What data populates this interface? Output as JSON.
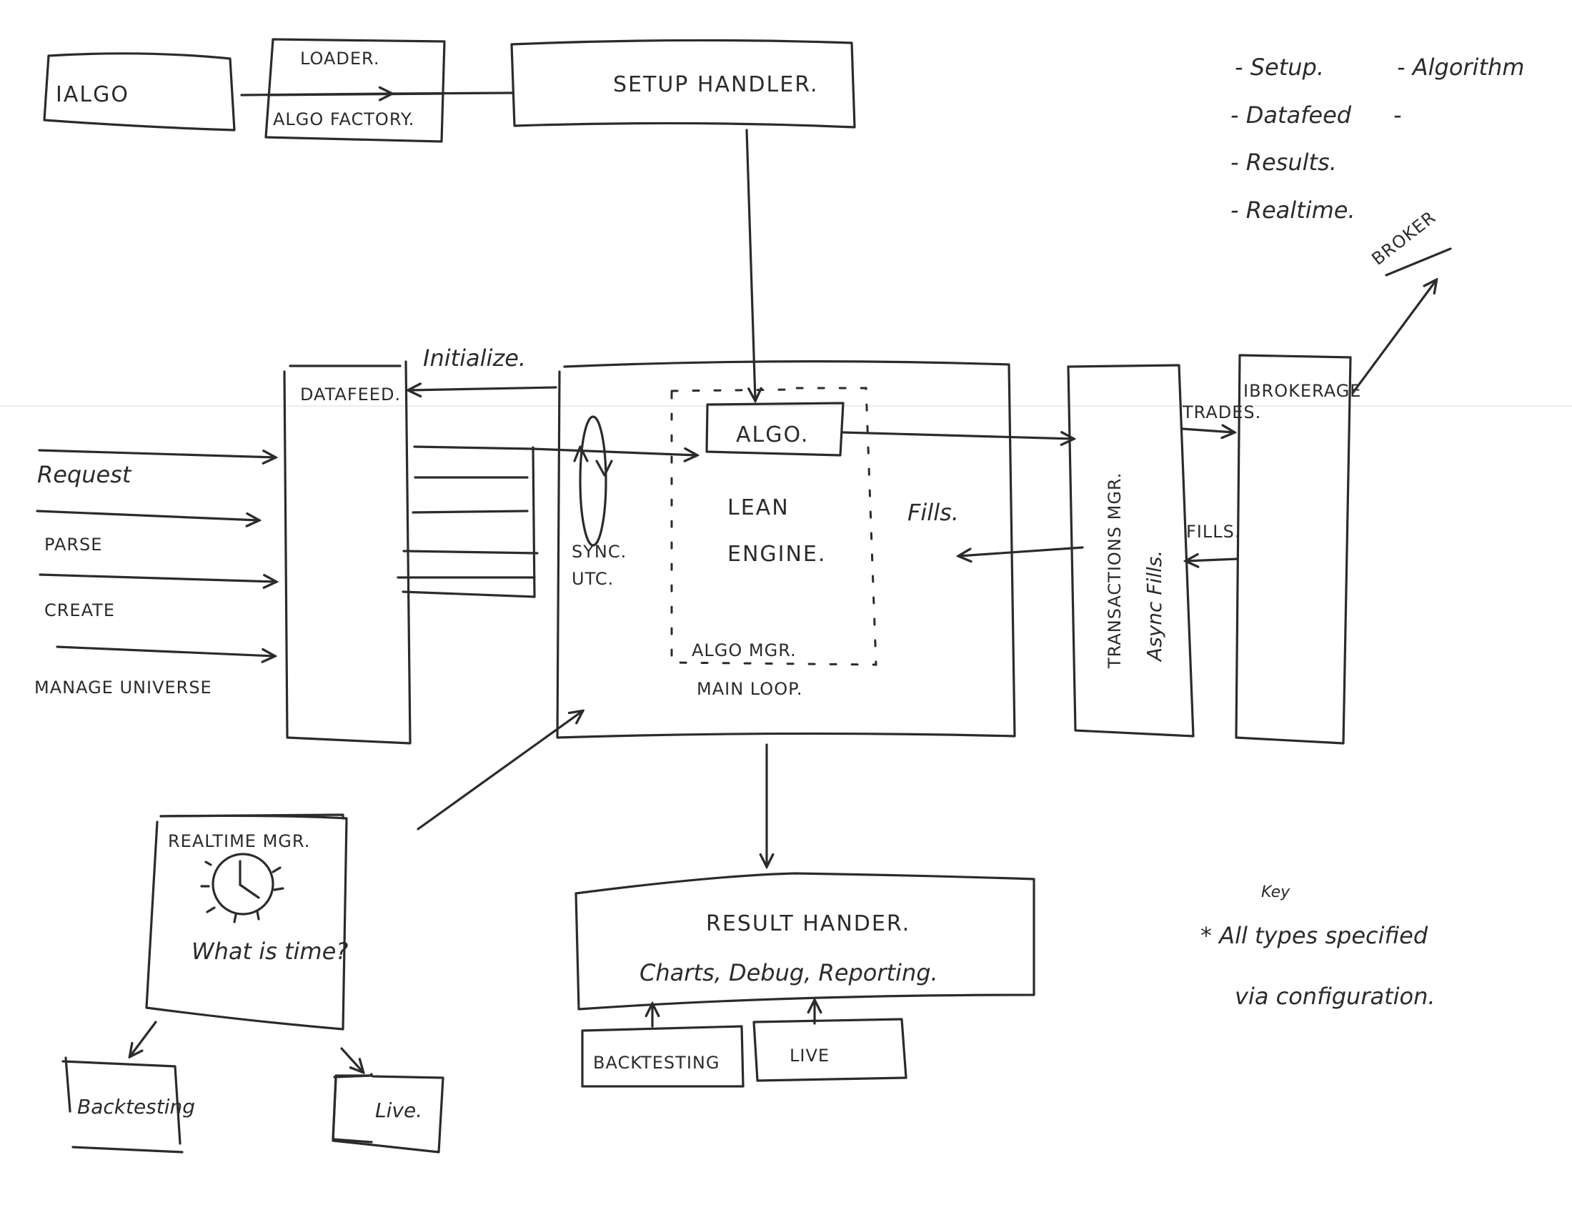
{
  "diagram": {
    "title_implied": "LEAN Engine Architecture Sketch",
    "nodes": {
      "ialgo": {
        "label": "IALGO"
      },
      "loader": {
        "top_label": "LOADER.",
        "bottom_label": "ALGO FACTORY."
      },
      "setup_handler": {
        "label": "SETUP HANDLER."
      },
      "datafeed": {
        "label": "DATAFEED."
      },
      "lean_engine": {
        "algo_label": "ALGO.",
        "engine_line1": "LEAN",
        "engine_line2": "ENGINE.",
        "algo_mgr_label": "ALGO MGR.",
        "main_loop_label": "MAIN LOOP.",
        "sync_line1": "SYNC.",
        "sync_line2": "UTC."
      },
      "transactions": {
        "line1": "TRANSACTIONS MGR.",
        "line2": "Async Fills."
      },
      "brokerage": {
        "label": "IBROKERAGE"
      },
      "realtime": {
        "label": "REALTIME MGR.",
        "question": "What is time?"
      },
      "result_handler": {
        "label": "RESULT HANDER.",
        "subtitle": "Charts, Debug, Reporting."
      },
      "result_backtesting": {
        "label": "BACKTESTING"
      },
      "result_live": {
        "label": "LIVE"
      },
      "realtime_backtesting": {
        "label": "Backtesting"
      },
      "realtime_live": {
        "label": "Live."
      }
    },
    "edge_labels": {
      "initialize": "Initialize.",
      "trades": "TRADES.",
      "fills_broker": "FILLS.",
      "fills_engine": "Fills.",
      "broker": "BROKER"
    },
    "datafeed_inputs": [
      "Request",
      "PARSE",
      "CREATE",
      "MANAGE UNIVERSE"
    ],
    "legend": {
      "left_column": [
        "- Setup.",
        "- Datafeed",
        "- Results.",
        "- Realtime."
      ],
      "right_column": [
        "- Algorithm",
        "-"
      ]
    },
    "key_note": {
      "heading": "Key",
      "line1": "* All types specified",
      "line2": "via configuration."
    }
  }
}
